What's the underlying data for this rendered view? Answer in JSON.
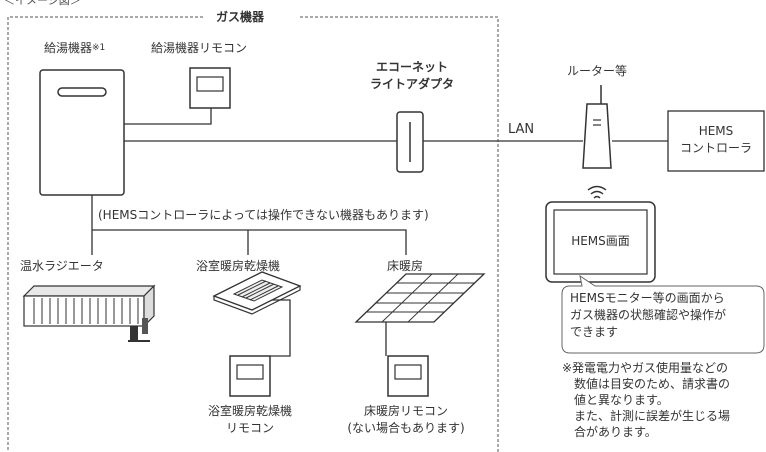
{
  "header": {
    "image_title": "＜イメージ図＞",
    "gas_group_label": "ガス機器"
  },
  "devices": {
    "water_heater": "給湯機器",
    "water_heater_note": "※1",
    "water_heater_remote": "給湯機器リモコン",
    "echonet_adapter_line1": "エコーネット",
    "echonet_adapter_line2": "ライトアダプタ",
    "router": "ルーター等",
    "hems_controller_line1": "HEMS",
    "hems_controller_line2": "コントローラ",
    "hems_screen": "HEMS画面",
    "radiator": "温水ラジエータ",
    "bathroom_dryer": "浴室暖房乾燥機",
    "floor_heating": "床暖房",
    "bathroom_dryer_remote_line1": "浴室暖房乾燥機",
    "bathroom_dryer_remote_line2": "リモコン",
    "floor_heating_remote_line1": "床暖房リモコン",
    "floor_heating_remote_line2": "(ない場合もあります)"
  },
  "connections": {
    "lan_label": "LAN"
  },
  "notes": {
    "hems_limitation": "(HEMSコントローラによっては操作できない機器もあります)",
    "callout_line1": "HEMSモニター等の画面から",
    "callout_line2": "ガス機器の状態確認や操作が",
    "callout_line3": "できます",
    "footnote_line1": "※発電電力やガス使用量などの",
    "footnote_line2": "数値は目安のため、請求書の",
    "footnote_line3": "値と異なります。",
    "footnote_line4": "また、計測に誤差が生じる場",
    "footnote_line5": "合があります。"
  }
}
